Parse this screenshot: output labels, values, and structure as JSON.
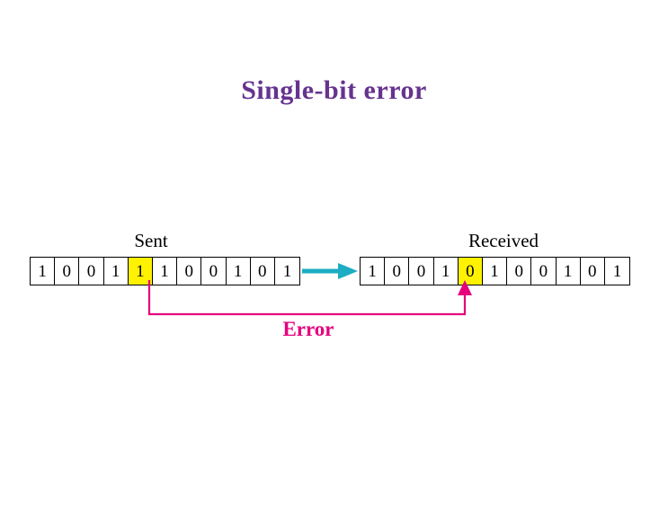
{
  "slide": {
    "title": "Single-bit error",
    "background_color": "#ffffff",
    "title_color": "#66338f"
  },
  "colors": {
    "title_purple": "#66338f",
    "highlight_yellow": "#fff200",
    "transmit_teal": "#1cacc3",
    "error_pink": "#e5007d",
    "border_black": "#000000"
  },
  "sent": {
    "caption": "Sent",
    "bits": [
      "1",
      "0",
      "0",
      "1",
      "1",
      "1",
      "0",
      "0",
      "1",
      "0",
      "1"
    ],
    "flagged_index": 4,
    "flagged_value": "1"
  },
  "received": {
    "caption": "Received",
    "bits": [
      "1",
      "0",
      "0",
      "1",
      "0",
      "1",
      "0",
      "0",
      "1",
      "0",
      "1"
    ],
    "flagged_index": 4,
    "flagged_value": "0"
  },
  "annotations": {
    "error_label": "Error",
    "transmit_arrow_name": "right-arrow-icon",
    "error_arrow_name": "up-arrow-icon"
  }
}
